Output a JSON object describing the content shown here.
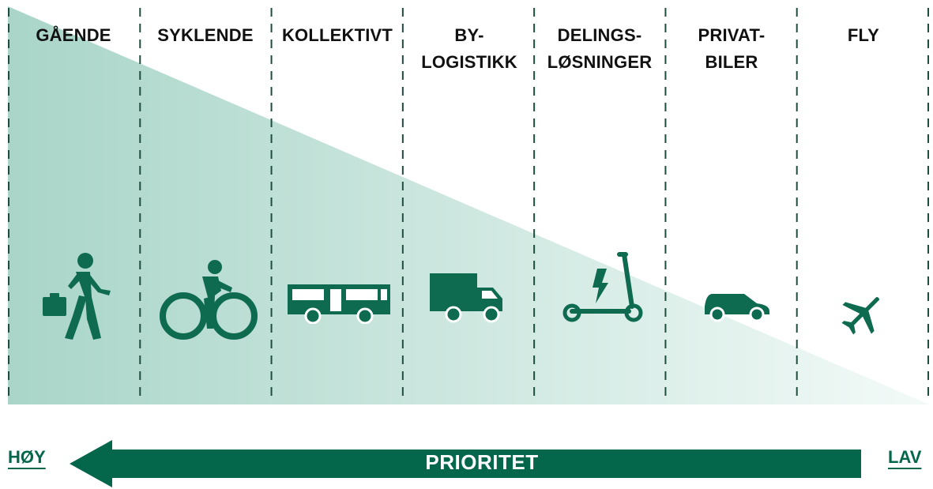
{
  "colors": {
    "accent": "#04664a",
    "icon": "#0e6b4f",
    "shade_dark": "#a9d5c8",
    "shade_light": "#f3faf8",
    "divider": "#1f4d40"
  },
  "columns": [
    {
      "lines": [
        "GÅENDE"
      ],
      "icon": "pedestrian-icon"
    },
    {
      "lines": [
        "SYKLENDE"
      ],
      "icon": "cyclist-icon"
    },
    {
      "lines": [
        "KOLLEKTIVT"
      ],
      "icon": "bus-icon"
    },
    {
      "lines": [
        "BY-",
        "LOGISTIKK"
      ],
      "icon": "truck-icon"
    },
    {
      "lines": [
        "DELINGS-",
        "LØSNINGER"
      ],
      "icon": "electric-scooter-icon"
    },
    {
      "lines": [
        "PRIVAT-",
        "BILER"
      ],
      "icon": "car-icon"
    },
    {
      "lines": [
        "FLY"
      ],
      "icon": "airplane-icon"
    }
  ],
  "priority": {
    "label": "PRIORITET",
    "high": "HØY",
    "low": "LAV"
  }
}
